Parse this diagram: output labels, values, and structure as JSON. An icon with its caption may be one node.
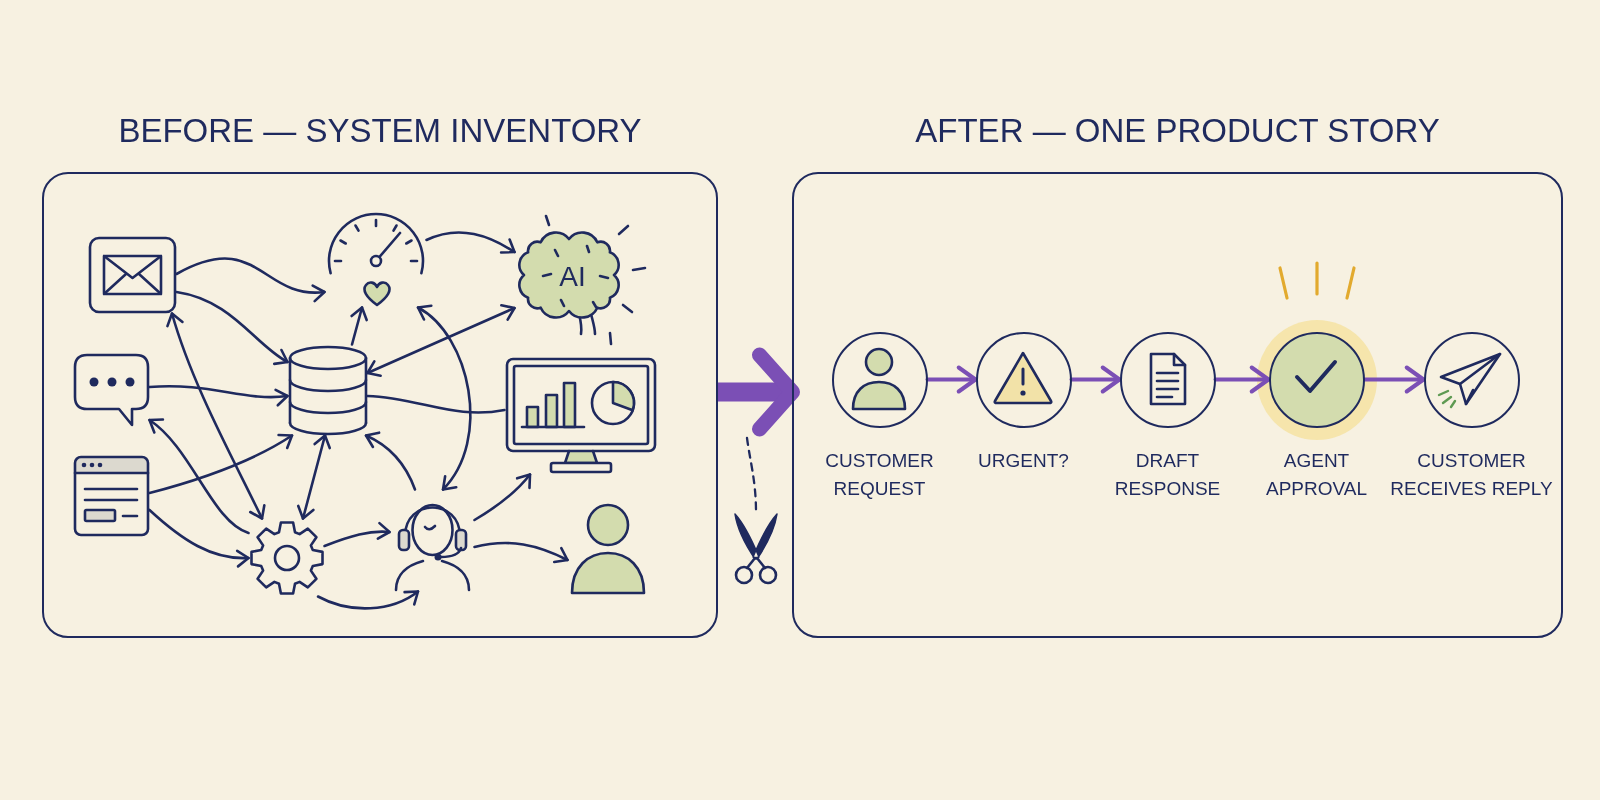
{
  "diagram": {
    "nodes": [
      {
        "text": [
          "BEFORE — SYSTEM INVENTORY"
        ]
      },
      {
        "text": [
          "AFTER — ONE PRODUCT STORY"
        ]
      },
      {
        "text": [],
        "shape": "picture",
        "in": 0
      },
      {
        "text": [],
        "shape": "picture",
        "in": 0
      },
      {
        "text": [],
        "shape": "picture",
        "in": 0
      },
      {
        "text": [],
        "shape": "picture",
        "in": 0
      },
      {
        "text": [],
        "shape": "cylinder",
        "in": 0
      },
      {
        "text": [
          "AI"
        ],
        "in": 0
      },
      {
        "text": [],
        "shape": "picture",
        "in": 0
      },
      {
        "text": [],
        "shape": "picture",
        "in": 0
      },
      {
        "text": [],
        "shape": "picture",
        "in": 0
      },
      {
        "text": [],
        "shape": "person",
        "in": 0
      },
      {
        "text": [
          "CUSTOMER REQUEST"
        ],
        "in": 1
      },
      {
        "text": [
          "URGENT?"
        ],
        "in": 1
      },
      {
        "text": [
          "DRAFT RESPONSE"
        ],
        "in": 1
      },
      {
        "text": [
          "AGENT APPROVAL"
        ],
        "in": 1
      },
      {
        "text": [
          "CUSTOMER RECEIVES REPLY"
        ],
        "in": 1
      }
    ],
    "edges": [
      {
        "from": 2,
        "to": 5,
        "arrow": "to"
      },
      {
        "from": 2,
        "to": 6,
        "arrow": "to"
      },
      {
        "from": 2,
        "to": 9,
        "arrow": "both"
      },
      {
        "from": 3,
        "to": 6,
        "arrow": "to"
      },
      {
        "from": 9,
        "to": 3,
        "arrow": "to"
      },
      {
        "from": 4,
        "to": 6,
        "arrow": "to"
      },
      {
        "from": 4,
        "to": 9,
        "arrow": "to"
      },
      {
        "from": 6,
        "to": 5,
        "arrow": "to"
      },
      {
        "from": 5,
        "to": 7,
        "arrow": "to"
      },
      {
        "from": 7,
        "to": 6,
        "arrow": "both"
      },
      {
        "from": 5,
        "to": 10,
        "arrow": "both"
      },
      {
        "from": 6,
        "to": 8,
        "arrow": "none"
      },
      {
        "from": 6,
        "to": 9,
        "arrow": "both"
      },
      {
        "from": 10,
        "to": 6,
        "arrow": "to"
      },
      {
        "from": 10,
        "to": 8,
        "arrow": "to"
      },
      {
        "from": 9,
        "to": 10,
        "arrow": "to"
      },
      {
        "from": 9,
        "to": 10,
        "arrow": "to"
      },
      {
        "from": 10,
        "to": 11,
        "arrow": "to"
      },
      {
        "from": 0,
        "to": 1,
        "arrow": "to",
        "style": "thick",
        "color": "#7b4fb5"
      },
      {
        "from": 12,
        "to": 13,
        "arrow": "to",
        "color": "#7b4fb5"
      },
      {
        "from": 13,
        "to": 14,
        "arrow": "to",
        "color": "#7b4fb5"
      },
      {
        "from": 14,
        "to": 15,
        "arrow": "to",
        "color": "#7b4fb5"
      },
      {
        "from": 15,
        "to": 16,
        "arrow": "to",
        "color": "#7b4fb5"
      }
    ]
  }
}
